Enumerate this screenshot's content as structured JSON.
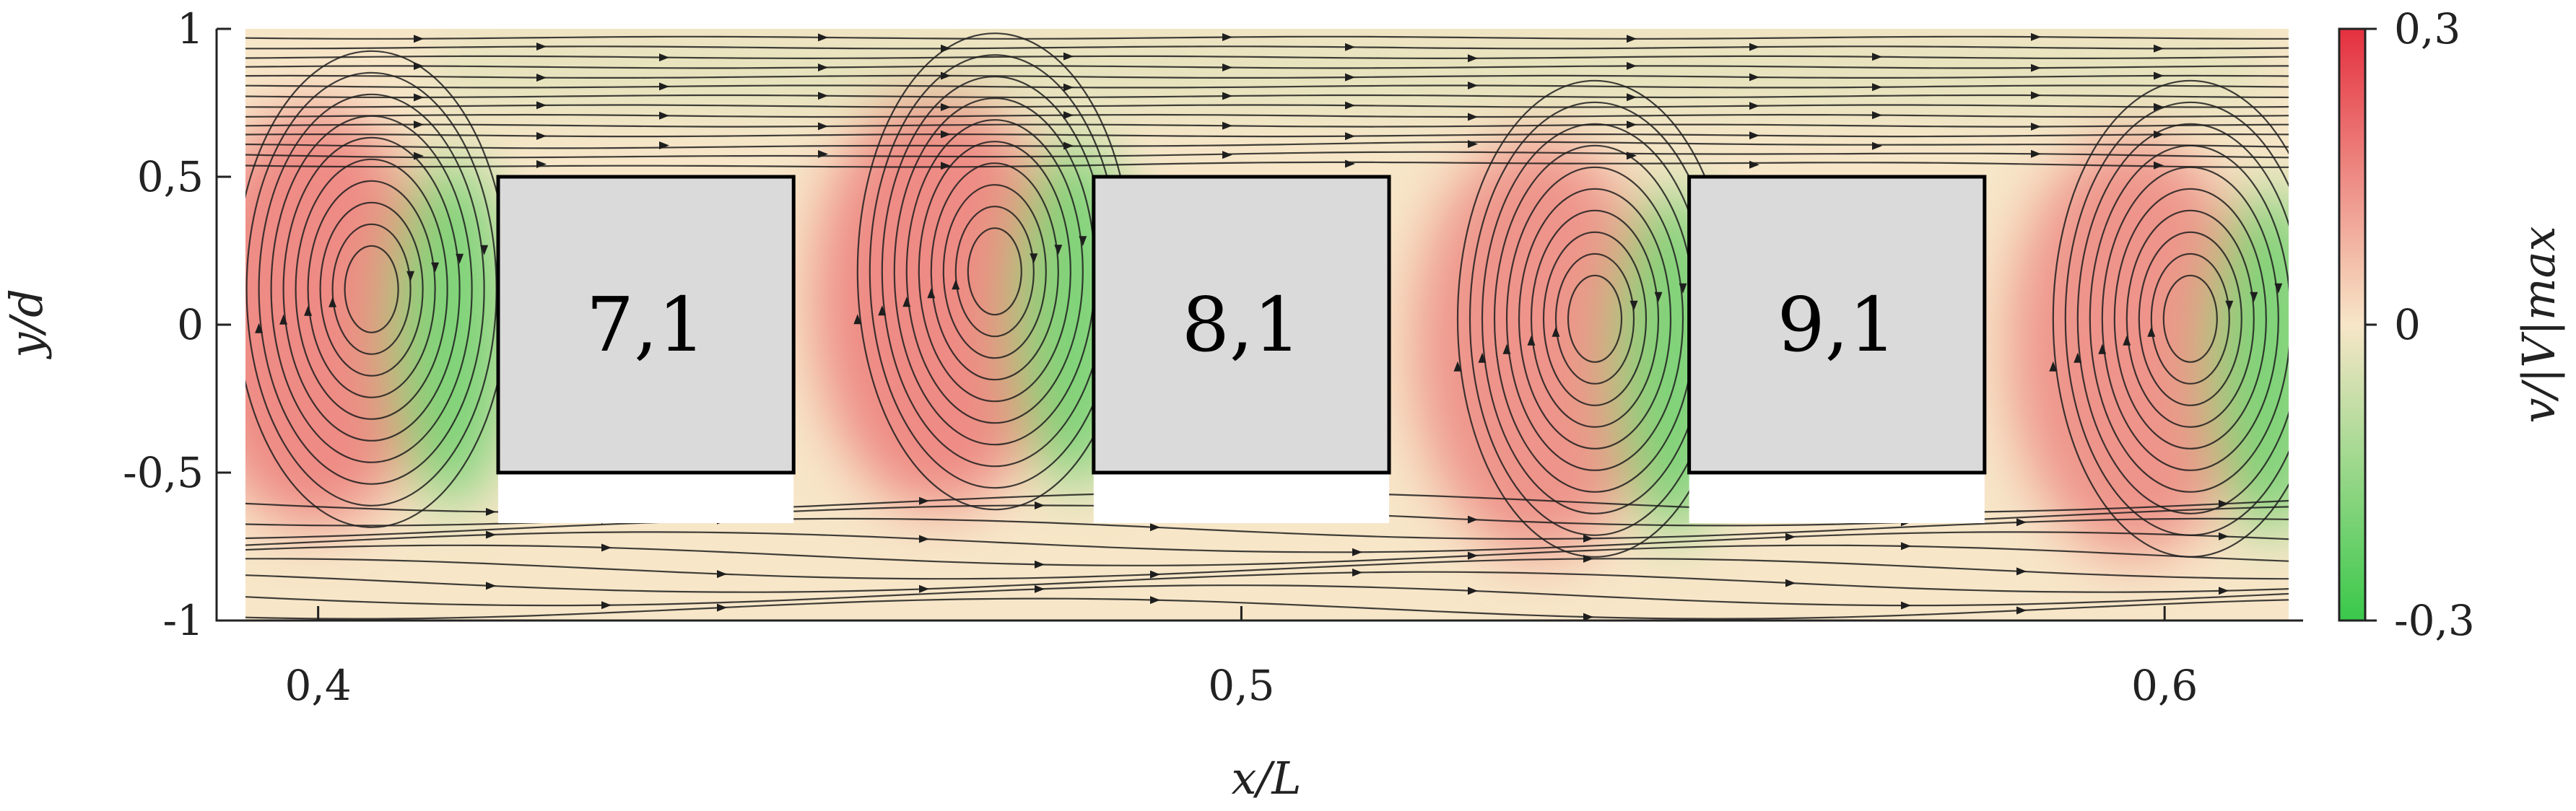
{
  "chart_data": {
    "type": "heatmap",
    "title": "",
    "xlabel": "x/L",
    "ylabel": "y/d",
    "xlim": [
      0.389,
      0.615
    ],
    "ylim": [
      -1,
      1
    ],
    "x_ticks": [
      0.4,
      0.5,
      0.6
    ],
    "x_tick_labels": [
      "0,4",
      "0,5",
      "0,6"
    ],
    "y_ticks": [
      1,
      0.5,
      0,
      -0.5,
      -1
    ],
    "y_tick_labels": [
      "1",
      "0,5",
      "0",
      "-0,5",
      "-1"
    ],
    "colorbar": {
      "label": "v/|V|max",
      "range": [
        -0.3,
        0.3
      ],
      "ticks": [
        0.3,
        0,
        -0.3
      ],
      "tick_labels": [
        "0,3",
        "0",
        "-0,3"
      ],
      "color_max": "#e4303f",
      "color_mid": "#f7e6c8",
      "color_min": "#39c84a"
    },
    "blocks": [
      {
        "label": "7,1",
        "x_range": [
          0.4195,
          0.4515
        ],
        "y_range": [
          -0.5,
          0.5
        ]
      },
      {
        "label": "8,1",
        "x_range": [
          0.484,
          0.516
        ],
        "y_range": [
          -0.5,
          0.5
        ]
      },
      {
        "label": "9,1",
        "x_range": [
          0.5485,
          0.5805
        ],
        "y_range": [
          -0.5,
          0.5
        ]
      }
    ],
    "vortices": [
      {
        "x": 0.405,
        "y": 0.12,
        "rotation": "clockwise",
        "upflow": 0.2,
        "downflow": -0.25
      },
      {
        "x": 0.4725,
        "y": 0.18,
        "rotation": "clockwise",
        "upflow": 0.2,
        "downflow": -0.25
      },
      {
        "x": 0.5375,
        "y": 0.02,
        "rotation": "clockwise",
        "upflow": 0.18,
        "downflow": -0.25
      },
      {
        "x": 0.602,
        "y": 0.02,
        "rotation": "clockwise",
        "upflow": 0.18,
        "downflow": -0.25
      }
    ],
    "grid": false,
    "legend": "none"
  }
}
